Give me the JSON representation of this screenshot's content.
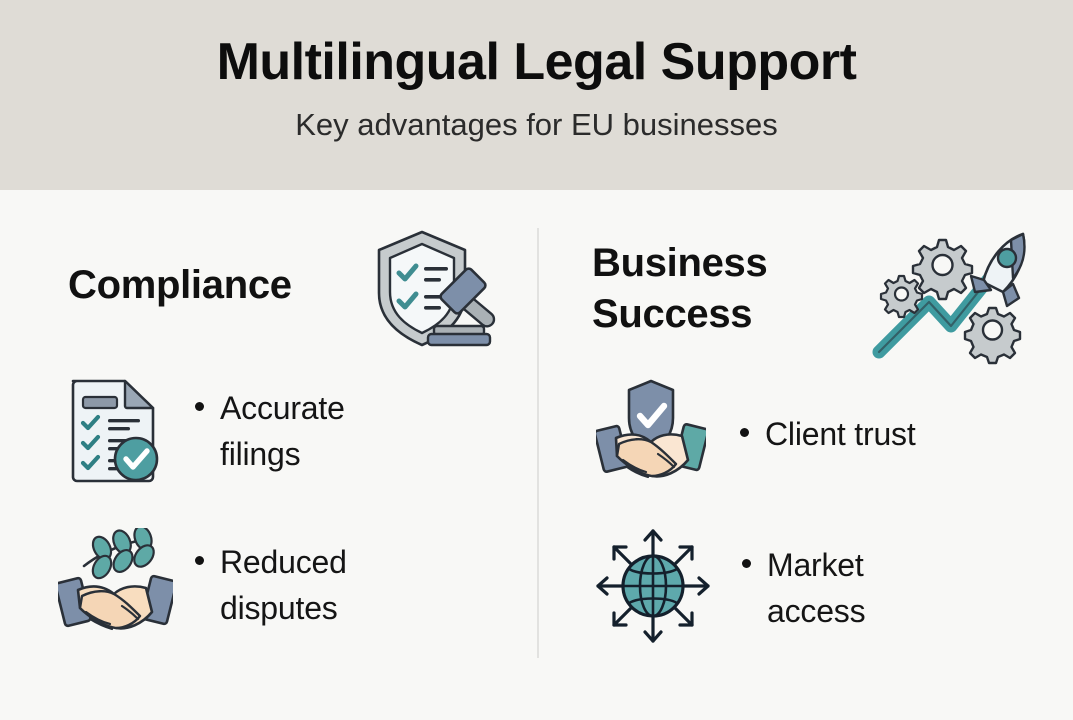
{
  "header": {
    "title": "Multilingual Legal Support",
    "subtitle": "Key advantages for EU businesses"
  },
  "colors": {
    "header_bg": "#dfdcd6",
    "body_bg": "#f8f8f6",
    "title_text": "#0d0d0d",
    "subtitle_text": "#2b2b2b",
    "divider": "#e2e2e0",
    "teal": "#57a8ac",
    "teal_dark": "#3f8d91",
    "slate_blue": "#7d8fa9",
    "slate_dark": "#5e7290",
    "gray_light": "#c6cbcd",
    "gray_mid": "#aab1b5",
    "paper": "#eef3f6",
    "skin": "#f5d6b6",
    "skin_light": "#fae6d2",
    "outline": "#1b2430"
  },
  "columns": [
    {
      "id": "compliance",
      "title": "Compliance",
      "head_icon": "shield-gavel-icon",
      "items": [
        {
          "icon": "checklist-document-icon",
          "label": "Accurate filings"
        },
        {
          "icon": "handshake-olive-branch-icon",
          "label": "Reduced disputes"
        }
      ]
    },
    {
      "id": "business-success",
      "title": "Business Success",
      "head_icon": "rocket-growth-chart-icon",
      "items": [
        {
          "icon": "shield-handshake-icon",
          "label": "Client trust"
        },
        {
          "icon": "globe-arrows-icon",
          "label": "Market access"
        }
      ]
    }
  ]
}
